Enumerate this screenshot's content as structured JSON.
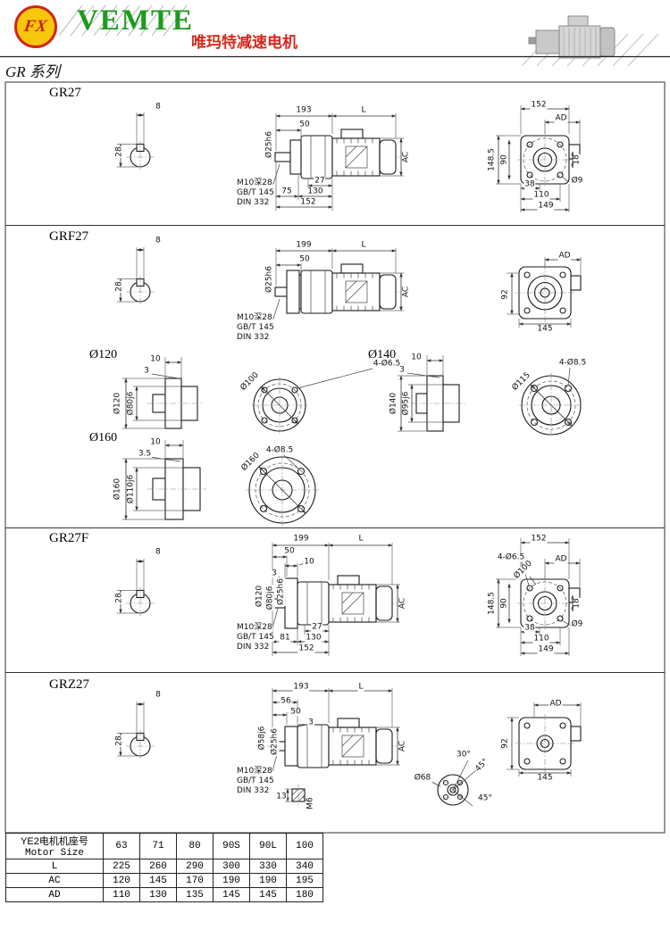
{
  "header": {
    "logo_mark": "FX",
    "brand": "VEMTE",
    "subtitle": "唯玛特减速电机",
    "series_title": "GR 系列"
  },
  "gr27": {
    "title": "GR27",
    "key_width": "8",
    "key_height": "28",
    "len_gear": "193",
    "len_motor": "L",
    "shaft_len": "50",
    "shaft_dia": "Ø25h6",
    "motor_dia": "AC",
    "tap_note1": "M10深28",
    "tap_note2": "GB/T 145",
    "tap_note3": "DIN 332",
    "dim_27": "27",
    "dim_75": "75",
    "dim_130": "130",
    "dim_152": "152",
    "rv_152": "152",
    "rv_ad": "AD",
    "rv_1485": "148.5",
    "rv_90": "90",
    "rv_18": "18",
    "rv_38": "38",
    "rv_110": "110",
    "rv_149": "149",
    "rv_o9": "Ø9"
  },
  "grf27": {
    "title": "GRF27",
    "key_width": "8",
    "key_height": "28",
    "len_gear": "199",
    "len_motor": "L",
    "shaft_len": "50",
    "shaft_dia": "Ø25h6",
    "motor_dia": "AC",
    "tap_note1": "M10深28",
    "tap_note2": "GB/T 145",
    "tap_note3": "DIN 332",
    "rv_ad": "AD",
    "rv_92": "92",
    "rv_145": "145"
  },
  "flanges": [
    {
      "title": "Ø120",
      "thk": "10",
      "step": "3",
      "od": "Ø120",
      "pilot": "Ø80j6",
      "bolt_circle": "Ø100",
      "holes": "4-Ø6.5"
    },
    {
      "title": "Ø140",
      "thk": "10",
      "step": "3",
      "od": "Ø140",
      "pilot": "Ø95j6",
      "bolt_circle": "Ø115",
      "holes": "4-Ø8.5"
    },
    {
      "title": "Ø160",
      "thk": "10",
      "step": "3.5",
      "od": "Ø160",
      "pilot": "Ø110j6",
      "bolt_circle": "Ø160",
      "holes": "4-Ø8.5"
    }
  ],
  "gr27f": {
    "title": "GR27F",
    "key_width": "8",
    "key_height": "28",
    "len_gear": "199",
    "len_motor": "L",
    "shaft_len": "50",
    "flange_thk": "10",
    "step": "3",
    "flange_od": "Ø120",
    "pilot": "Ø80j6",
    "shaft_dia": "Ø25h6",
    "motor_dia": "AC",
    "tap_note1": "M10深28",
    "tap_note2": "GB/T 145",
    "tap_note3": "DIN 332",
    "dim_27": "27",
    "dim_81": "81",
    "dim_130": "130",
    "dim_152": "152",
    "rv_152": "152",
    "rv_holes": "4-Ø6.5",
    "rv_bc": "Ø100",
    "rv_ad": "AD",
    "rv_1485": "148.5",
    "rv_90": "90",
    "rv_18": "18",
    "rv_38": "38",
    "rv_110": "110",
    "rv_149": "149",
    "rv_o9": "Ø9"
  },
  "grz27": {
    "title": "GRZ27",
    "key_width": "8",
    "key_height": "28",
    "len_gear": "193",
    "len_motor": "L",
    "dim_56": "56",
    "shaft_len": "50",
    "step": "3",
    "hub_dia": "Ø58j6",
    "shaft_dia": "Ø25h6",
    "motor_dia": "AC",
    "tap_note1": "M10深28",
    "tap_note2": "GB/T 145",
    "tap_note3": "DIN 332",
    "bolt_len": "13",
    "bolt_thread": "M6",
    "rv_ad": "AD",
    "rv_92": "92",
    "rv_145": "145",
    "pad_dia": "Ø68",
    "pad_a1": "30°",
    "pad_a2": "45°",
    "pad_a3": "45°"
  },
  "table": {
    "header_cn": "YE2电机机座号",
    "header_en": "Motor Size",
    "sizes": [
      "63",
      "71",
      "80",
      "90S",
      "90L",
      "100"
    ],
    "rows": [
      {
        "label": "L",
        "values": [
          "225",
          "260",
          "290",
          "300",
          "330",
          "340"
        ]
      },
      {
        "label": "AC",
        "values": [
          "120",
          "145",
          "170",
          "190",
          "190",
          "195"
        ]
      },
      {
        "label": "AD",
        "values": [
          "110",
          "130",
          "135",
          "145",
          "145",
          "180"
        ]
      }
    ]
  }
}
